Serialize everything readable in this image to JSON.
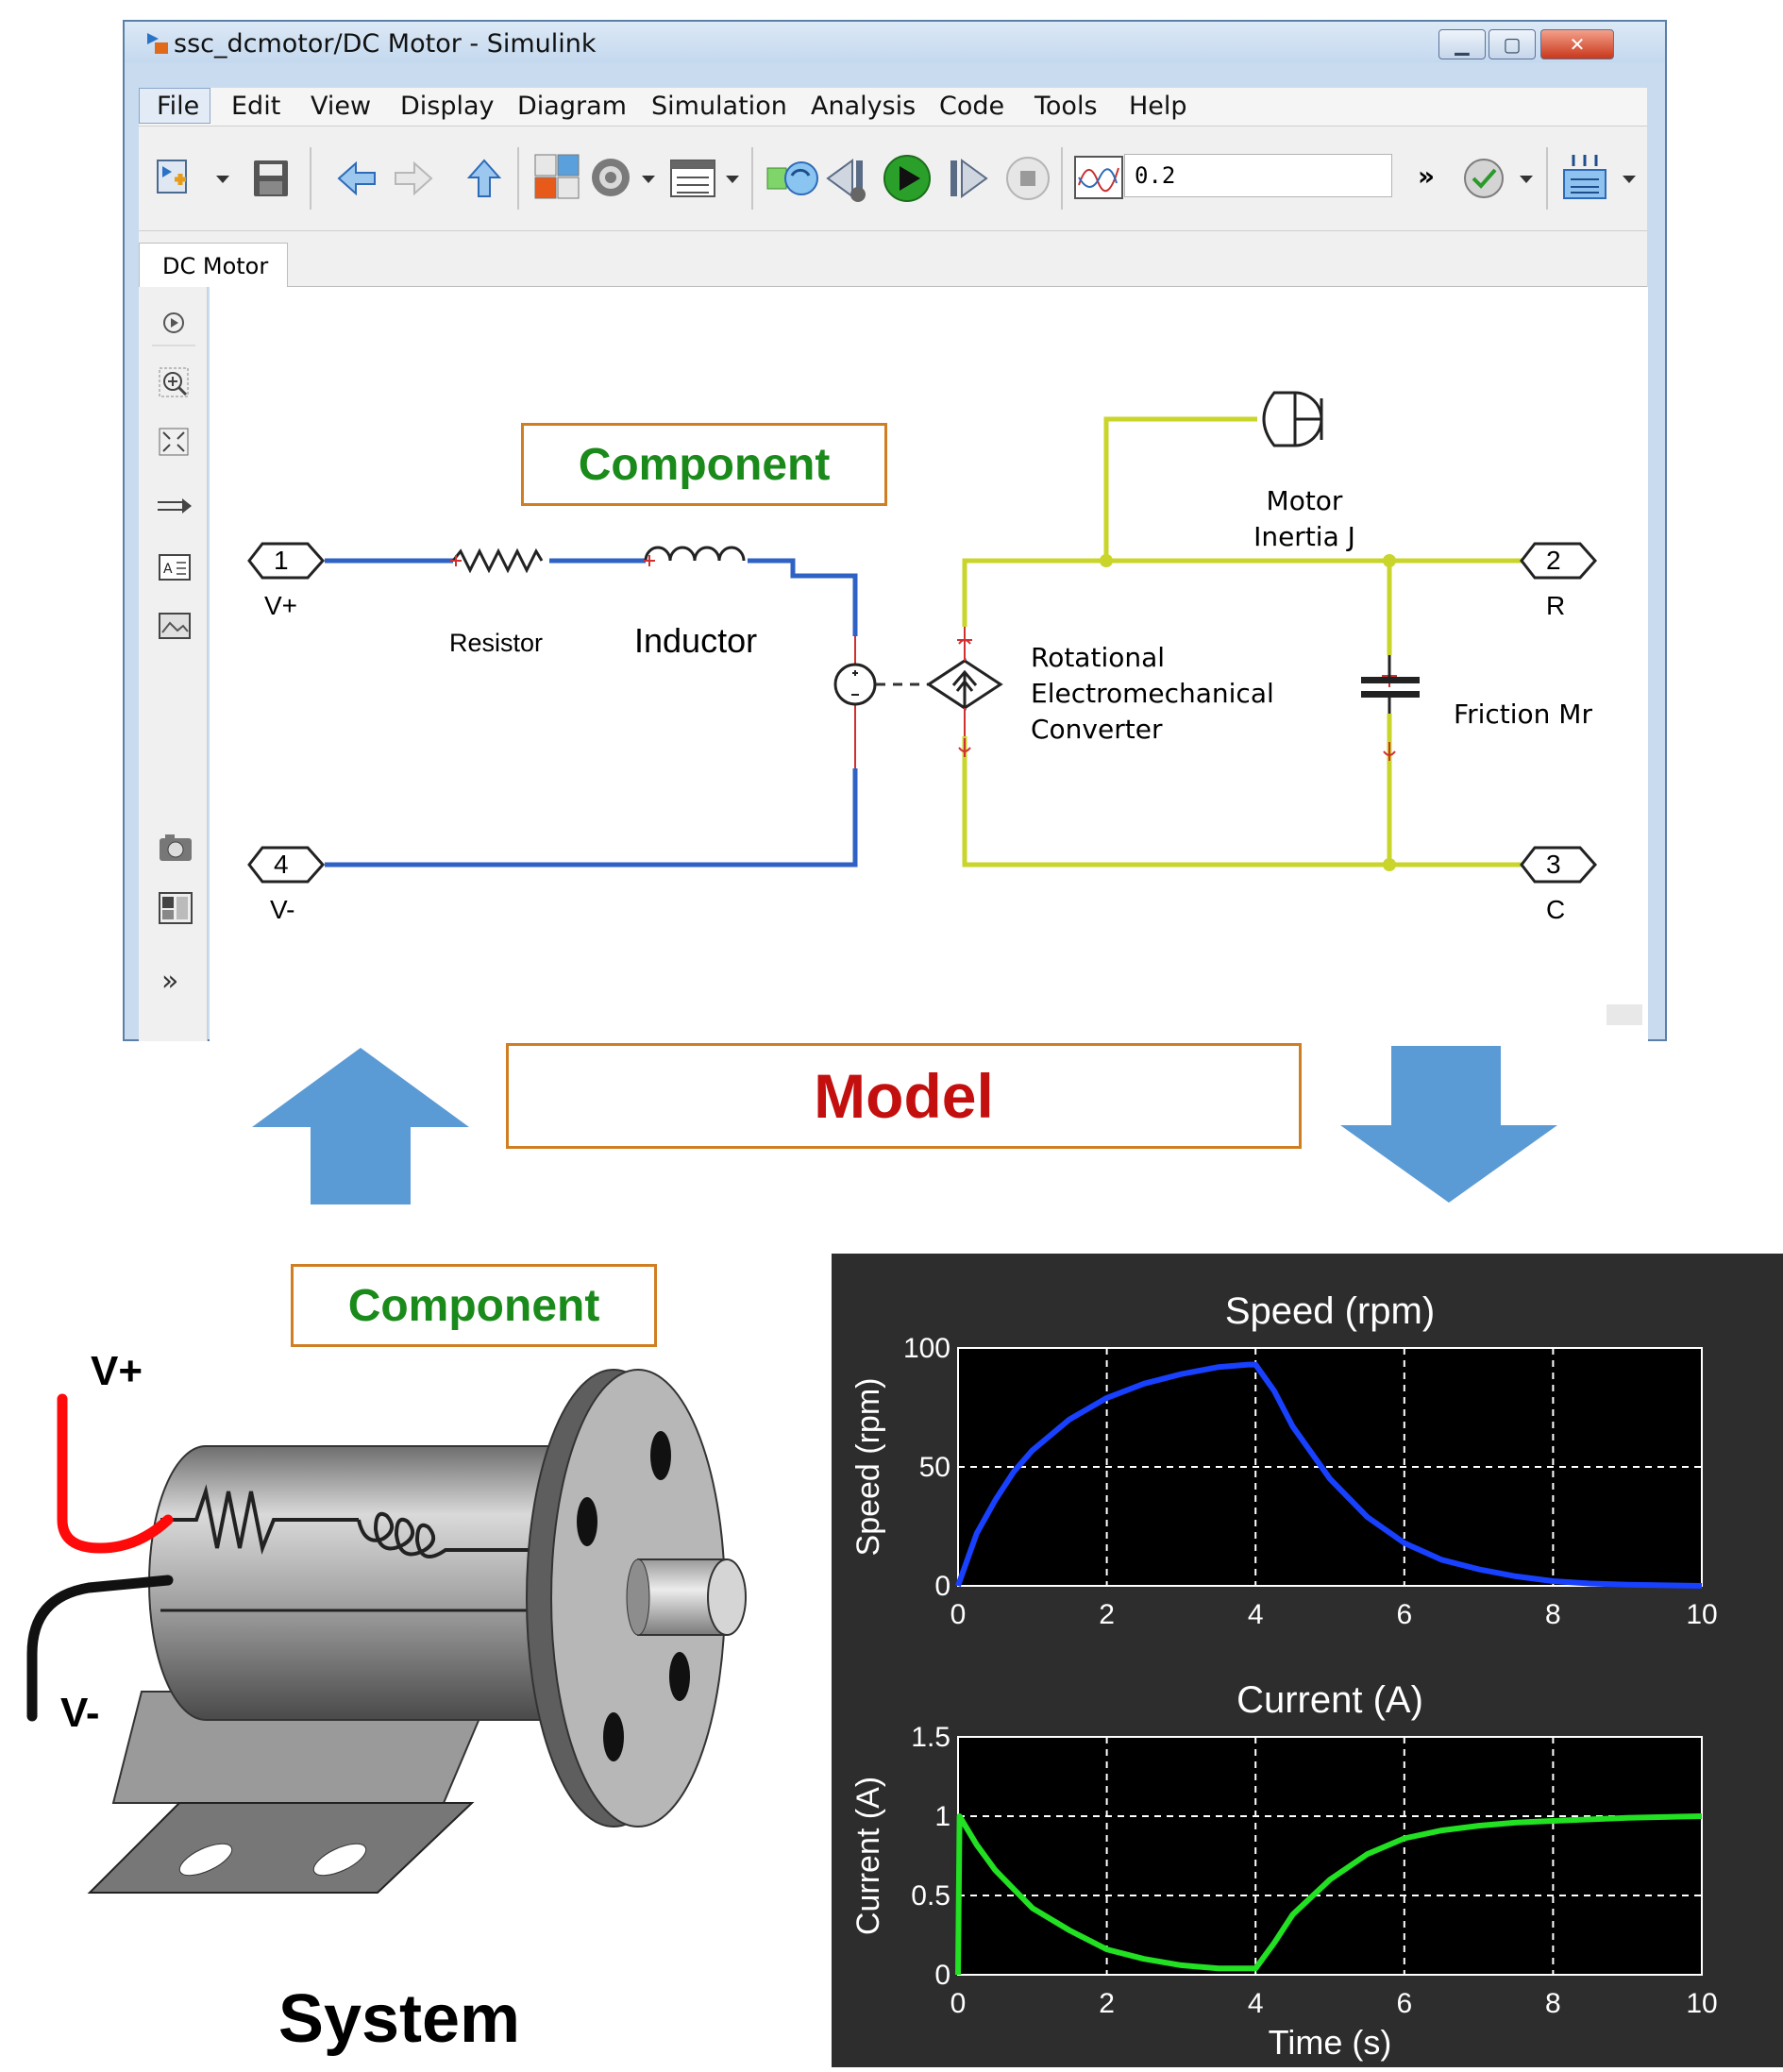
{
  "window": {
    "title": "ssc_dcmotor/DC Motor - Simulink",
    "controls": [
      "▁",
      "▢",
      "✕"
    ],
    "menus": [
      "File",
      "Edit",
      "View",
      "Display",
      "Diagram",
      "Simulation",
      "Analysis",
      "Code",
      "Tools",
      "Help"
    ],
    "sim_stop_time": "0.2",
    "more_chevron": "»",
    "tab": "DC Motor",
    "palette_more": "»"
  },
  "diagram": {
    "component_label": "Component",
    "ports": [
      {
        "num": "1",
        "name": "V+"
      },
      {
        "num": "4",
        "name": "V-"
      },
      {
        "num": "2",
        "name": "R"
      },
      {
        "num": "3",
        "name": "C"
      }
    ],
    "resistor": "Resistor",
    "inductor": "Inductor",
    "converter": [
      "Rotational",
      "Electromechanical",
      "Converter"
    ],
    "inertia": [
      "Motor",
      "Inertia J"
    ],
    "friction": "Friction Mr",
    "pin_R": "R",
    "pin_C": "C",
    "plus": "+",
    "minus": "-"
  },
  "model_label": "Model",
  "system": {
    "component_label": "Component",
    "vplus": "V+",
    "vminus": "V-",
    "caption": "System"
  },
  "colors": {
    "electrical_wire": "#2f62c5",
    "mechanical_wire": "#c9d52a",
    "label_border": "#d07e22",
    "component_text": "#1a8a1a",
    "model_text": "#c40f0f",
    "arrow": "#5b9bd5",
    "speed_line": "#1840ff",
    "current_line": "#22e022"
  },
  "chart_data": [
    {
      "type": "line",
      "title": "Speed (rpm)",
      "xlabel": "",
      "ylabel": "Speed (rpm)",
      "xlim": [
        0,
        10
      ],
      "ylim": [
        0,
        100
      ],
      "xticks": [
        "0",
        "2",
        "4",
        "6",
        "8",
        "10"
      ],
      "yticks": [
        "0",
        "50",
        "100"
      ],
      "grid": true,
      "series": [
        {
          "x": [
            0,
            0.25,
            0.5,
            0.75,
            1,
            1.5,
            2,
            2.5,
            3,
            3.5,
            3.9,
            4,
            4.25,
            4.5,
            5,
            5.5,
            6,
            6.5,
            7,
            7.5,
            8,
            8.5,
            9,
            10
          ],
          "y": [
            0,
            22,
            36,
            48,
            57,
            70,
            79,
            85,
            89,
            92,
            93,
            93,
            82,
            67,
            45,
            29,
            18,
            11,
            7,
            4,
            2,
            1,
            0.5,
            0
          ]
        }
      ]
    },
    {
      "type": "line",
      "title": "Current (A)",
      "xlabel": "Time (s)",
      "ylabel": "Current (A)",
      "xlim": [
        0,
        10
      ],
      "ylim": [
        0,
        1.5
      ],
      "xticks": [
        "0",
        "2",
        "4",
        "6",
        "8",
        "10"
      ],
      "yticks": [
        "0",
        "0.5",
        "1",
        "1.5"
      ],
      "grid": true,
      "series": [
        {
          "x": [
            0,
            0.02,
            0.25,
            0.5,
            0.75,
            1,
            1.5,
            2,
            2.5,
            3,
            3.5,
            3.95,
            4,
            4.25,
            4.5,
            5,
            5.5,
            6,
            6.5,
            7,
            7.5,
            8,
            8.5,
            9,
            10
          ],
          "y": [
            0,
            1.0,
            0.82,
            0.66,
            0.54,
            0.42,
            0.28,
            0.16,
            0.1,
            0.06,
            0.04,
            0.04,
            0.04,
            0.2,
            0.38,
            0.6,
            0.76,
            0.86,
            0.91,
            0.94,
            0.96,
            0.97,
            0.98,
            0.99,
            1.0
          ]
        }
      ]
    }
  ]
}
